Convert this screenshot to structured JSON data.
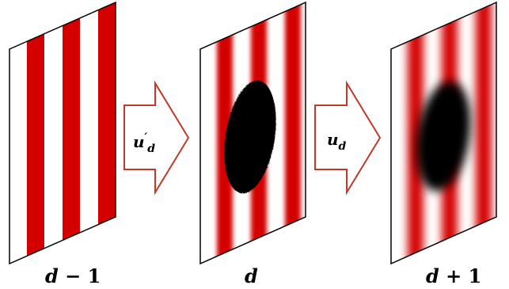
{
  "frames": [
    {
      "id": "prev",
      "label_main": "d",
      "label_rest": " − 1",
      "blur": "none",
      "has_ellipse": false,
      "ellipse_blur": "none"
    },
    {
      "id": "curr",
      "label_main": "d",
      "label_rest": "",
      "blur": "medium",
      "has_ellipse": true,
      "ellipse_blur": "none"
    },
    {
      "id": "next",
      "label_main": "d",
      "label_rest": " + 1",
      "blur": "strong",
      "has_ellipse": true,
      "ellipse_blur": "strong"
    }
  ],
  "arrows": [
    {
      "id": "arrow-1",
      "main": "u",
      "prime": "′",
      "sub": "d"
    },
    {
      "id": "arrow-2",
      "main": "u",
      "prime": "",
      "sub": "d"
    }
  ],
  "colors": {
    "stripe": "#d40000",
    "arrow_outline": "#c0392b",
    "frame_border": "#000000",
    "ellipse": "#000000"
  }
}
